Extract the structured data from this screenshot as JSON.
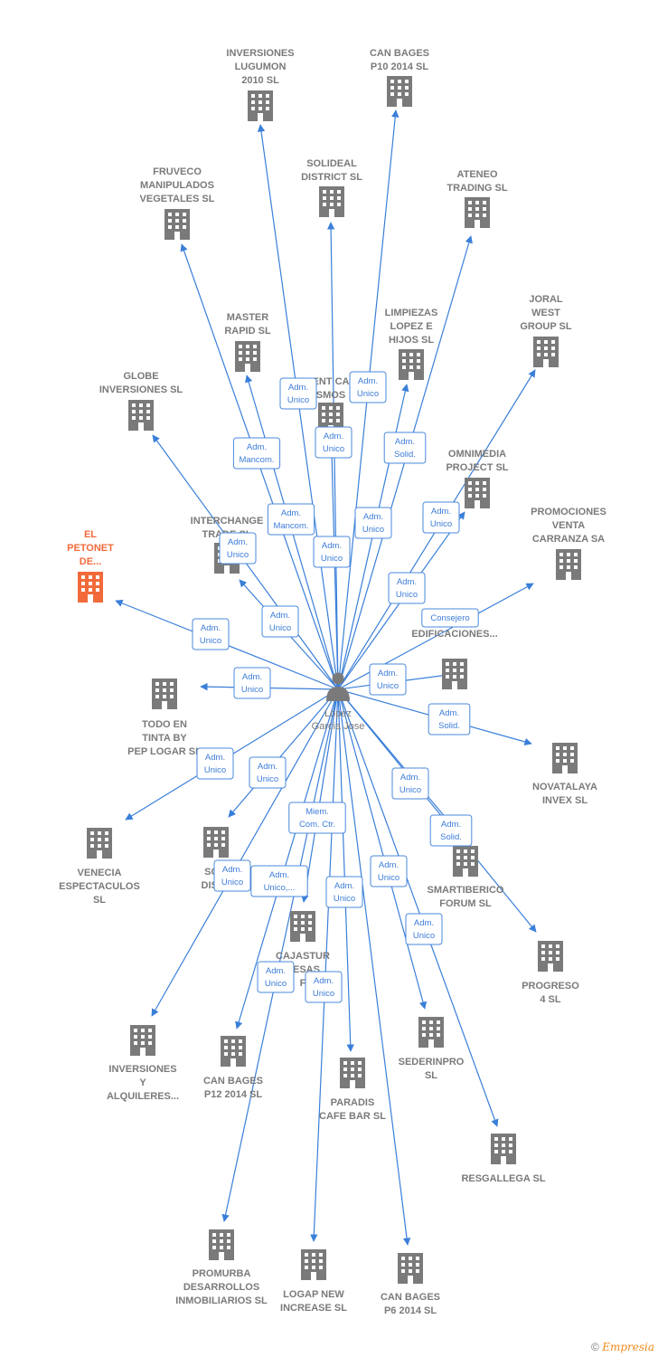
{
  "center": {
    "lines": [
      "Lopez",
      "Garcia Jose"
    ]
  },
  "colors": {
    "edge": "#3a7fd9",
    "building": "#7a7a7a",
    "highlight": "#f26a3a",
    "role_text": "#3c7cd8"
  },
  "nodes": [
    {
      "id": "lugumon",
      "lines": [
        "INVERSIONES",
        "LUGUMON",
        "2010 SL"
      ]
    },
    {
      "id": "canbages10",
      "lines": [
        "CAN BAGES",
        "P10 2014  SL"
      ]
    },
    {
      "id": "solideal",
      "lines": [
        "SOLIDEAL",
        "DISTRICT  SL"
      ]
    },
    {
      "id": "ateneo",
      "lines": [
        "ATENEO",
        "TRADING  SL"
      ]
    },
    {
      "id": "fruveco",
      "lines": [
        "FRUVECO",
        "MANIPULADOS",
        "VEGETALES SL"
      ]
    },
    {
      "id": "master",
      "lines": [
        "MASTER",
        "RAPID  SL"
      ]
    },
    {
      "id": "limpiezas",
      "lines": [
        "LIMPIEZAS",
        "LOPEZ E",
        "HIJOS SL"
      ]
    },
    {
      "id": "joral",
      "lines": [
        "JORAL",
        "WEST",
        "GROUP SL"
      ]
    },
    {
      "id": "rentcar",
      "lines": [
        "RENT CAR",
        "SMOS"
      ]
    },
    {
      "id": "globe",
      "lines": [
        "GLOBE",
        "INVERSIONES SL"
      ]
    },
    {
      "id": "omnimedia",
      "lines": [
        "OMNIMEDIA",
        "PROJECT  SL"
      ]
    },
    {
      "id": "interchange",
      "lines": [
        "INTERCHANGE",
        "TRADE  SL"
      ]
    },
    {
      "id": "promociones",
      "lines": [
        "PROMOCIONES",
        "VENTA",
        "CARRANZA SA"
      ]
    },
    {
      "id": "petonet",
      "lines": [
        "EL",
        "PETONET",
        "DE..."
      ],
      "highlight": true
    },
    {
      "id": "civiles",
      "lines": [
        "CIVILES Y",
        "EDIFICACIONES..."
      ]
    },
    {
      "id": "todoen",
      "lines": [
        "TODO EN",
        "TINTA BY",
        "PEP LOGAR SL"
      ]
    },
    {
      "id": "novatalaya",
      "lines": [
        "NOVATALAYA",
        "INVEX  SL"
      ]
    },
    {
      "id": "venecia",
      "lines": [
        "VENECIA",
        "ESPECTACULOS",
        "SL"
      ]
    },
    {
      "id": "solidistr",
      "lines": [
        "SOLI",
        "DISTR"
      ]
    },
    {
      "id": "smartiberico",
      "lines": [
        "SMARTIBERICO",
        "FORUM  SL"
      ]
    },
    {
      "id": "cajastur",
      "lines": [
        "CAJASTUR",
        "RESAS",
        "F"
      ]
    },
    {
      "id": "progreso",
      "lines": [
        "PROGRESO",
        "4 SL"
      ]
    },
    {
      "id": "invalq",
      "lines": [
        "INVERSIONES",
        "Y",
        "ALQUILERES..."
      ]
    },
    {
      "id": "canbages12",
      "lines": [
        "CAN BAGES",
        "P12 2014  SL"
      ]
    },
    {
      "id": "paradis",
      "lines": [
        "PARADIS",
        "CAFE BAR  SL"
      ]
    },
    {
      "id": "sederinpro",
      "lines": [
        "SEDERINPRO",
        "SL"
      ]
    },
    {
      "id": "resgallega",
      "lines": [
        "RESGALLEGA SL"
      ]
    },
    {
      "id": "promurba",
      "lines": [
        "PROMURBA",
        "DESARROLLOS",
        "INMOBILIARIOS SL"
      ]
    },
    {
      "id": "logap",
      "lines": [
        "LOGAP NEW",
        "INCREASE  SL"
      ]
    },
    {
      "id": "canbages6",
      "lines": [
        "CAN BAGES",
        "P6 2014  SL"
      ]
    }
  ],
  "roles": [
    {
      "lines": [
        "Adm.",
        "Unico"
      ]
    },
    {
      "lines": [
        "Adm.",
        "Unico"
      ]
    },
    {
      "lines": [
        "Adm.",
        "Unico"
      ]
    },
    {
      "lines": [
        "Adm.",
        "Mancom."
      ]
    },
    {
      "lines": [
        "Adm.",
        "Solid."
      ]
    },
    {
      "lines": [
        "Adm.",
        "Mancom."
      ]
    },
    {
      "lines": [
        "Adm.",
        "Unico"
      ]
    },
    {
      "lines": [
        "Adm.",
        "Unico"
      ]
    },
    {
      "lines": [
        "Adm.",
        "Unico"
      ]
    },
    {
      "lines": [
        "Adm.",
        "Unico"
      ]
    },
    {
      "lines": [
        "Adm.",
        "Unico"
      ]
    },
    {
      "lines": [
        "Adm.",
        "Unico"
      ]
    },
    {
      "lines": [
        "Consejero"
      ]
    },
    {
      "lines": [
        "Adm.",
        "Unico"
      ]
    },
    {
      "lines": [
        "Adm.",
        "Unico"
      ]
    },
    {
      "lines": [
        "Adm.",
        "Unico"
      ]
    },
    {
      "lines": [
        "Adm.",
        "Solid."
      ]
    },
    {
      "lines": [
        "Adm.",
        "Unico"
      ]
    },
    {
      "lines": [
        "Adm.",
        "Unico"
      ]
    },
    {
      "lines": [
        "Miem.",
        "Com. Ctr."
      ]
    },
    {
      "lines": [
        "Adm.",
        "Solid."
      ]
    },
    {
      "lines": [
        "Adm.",
        "Unico"
      ]
    },
    {
      "lines": [
        "Adm.",
        "Unico"
      ]
    },
    {
      "lines": [
        "Adm.",
        "Unico,..."
      ]
    },
    {
      "lines": [
        "Adm.",
        "Unico"
      ]
    },
    {
      "lines": [
        "Adm.",
        "Unico"
      ]
    },
    {
      "lines": [
        "Adm.",
        "Unico"
      ]
    },
    {
      "lines": [
        "Adm.",
        "Unico"
      ]
    },
    {
      "lines": [
        "Adm.",
        "Unico"
      ]
    }
  ],
  "footer": {
    "copyright": "©",
    "brand": "Empresia"
  }
}
